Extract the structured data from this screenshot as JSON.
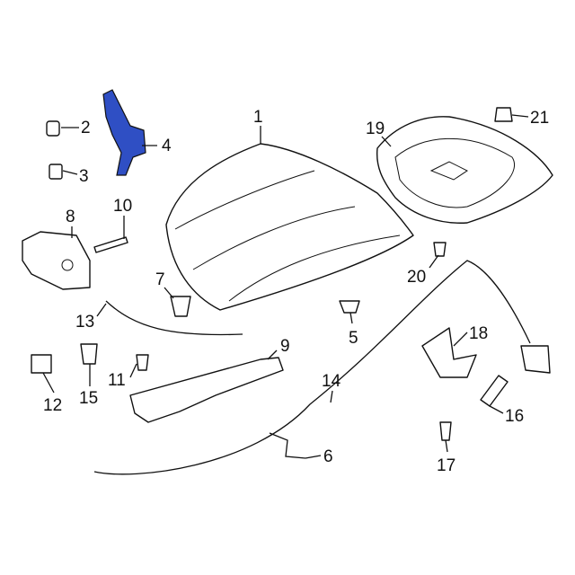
{
  "diagram": {
    "highlight_color": "#2f4fc4",
    "callouts": [
      {
        "id": "1",
        "label": "1"
      },
      {
        "id": "2",
        "label": "2"
      },
      {
        "id": "3",
        "label": "3"
      },
      {
        "id": "4",
        "label": "4"
      },
      {
        "id": "5",
        "label": "5"
      },
      {
        "id": "6",
        "label": "6"
      },
      {
        "id": "7",
        "label": "7"
      },
      {
        "id": "8",
        "label": "8"
      },
      {
        "id": "9",
        "label": "9"
      },
      {
        "id": "10",
        "label": "10"
      },
      {
        "id": "11",
        "label": "11"
      },
      {
        "id": "12",
        "label": "12"
      },
      {
        "id": "13",
        "label": "13"
      },
      {
        "id": "14",
        "label": "14"
      },
      {
        "id": "15",
        "label": "15"
      },
      {
        "id": "16",
        "label": "16"
      },
      {
        "id": "17",
        "label": "17"
      },
      {
        "id": "18",
        "label": "18"
      },
      {
        "id": "19",
        "label": "19"
      },
      {
        "id": "20",
        "label": "20"
      },
      {
        "id": "21",
        "label": "21"
      }
    ]
  }
}
